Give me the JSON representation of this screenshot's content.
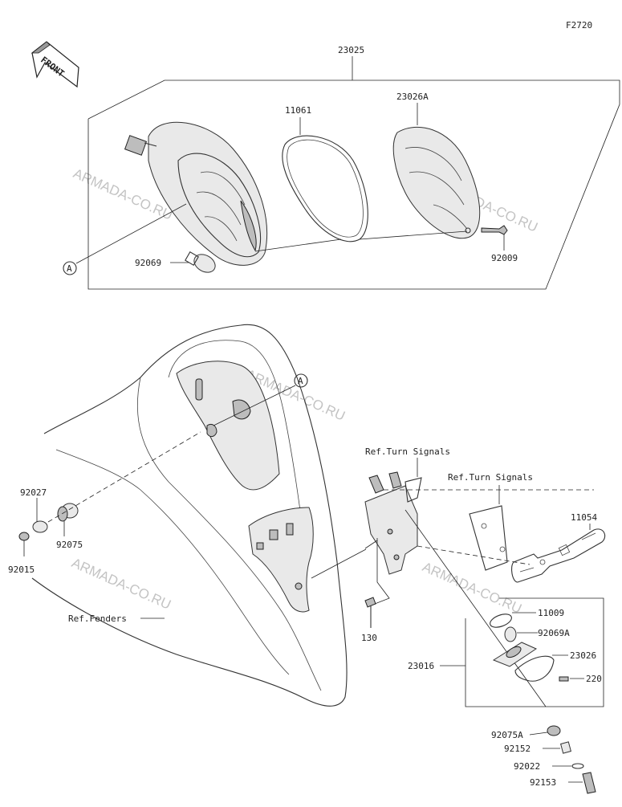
{
  "diagram_code": "F2720",
  "front_badge": "FRONT",
  "watermark": "ARMADA-CO.RU",
  "ref_labels": {
    "A_top": "A",
    "A_bottom": "A",
    "turn_signals_1": "Ref.Turn Signals",
    "turn_signals_2": "Ref.Turn Signals",
    "fenders": "Ref.Fenders"
  },
  "parts": {
    "p23025": "23025",
    "p11061": "11061",
    "p23026A": "23026A",
    "p92069": "92069",
    "p92009": "92009",
    "p92027": "92027",
    "p92075": "92075",
    "p92015": "92015",
    "p11054": "11054",
    "p11009": "11009",
    "p92069A": "92069A",
    "p23026": "23026",
    "p220": "220",
    "p23016": "23016",
    "p130": "130",
    "p92075A": "92075A",
    "p92152": "92152",
    "p92022": "92022",
    "p92153": "92153"
  }
}
